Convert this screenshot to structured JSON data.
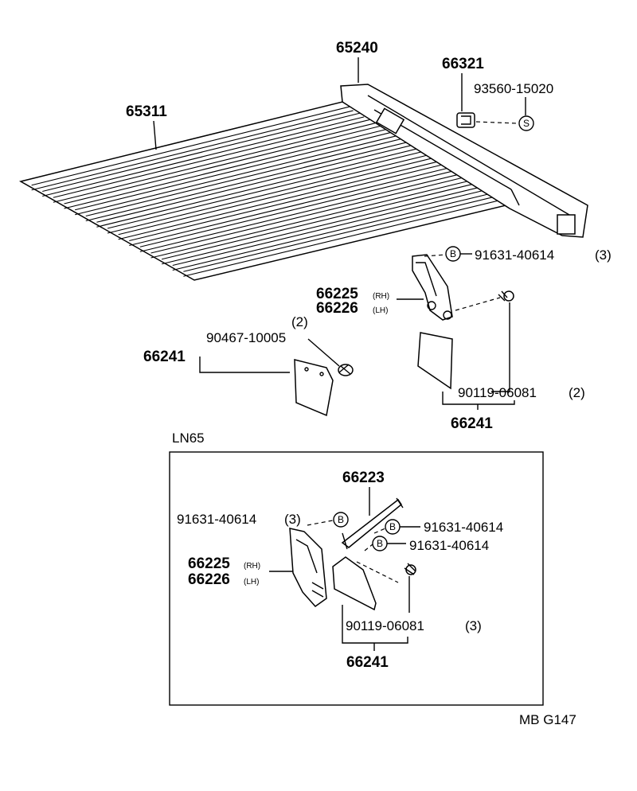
{
  "labels": {
    "p65240": "65240",
    "p66321": "66321",
    "p93560": "93560-15020",
    "p65311": "65311",
    "p91631_top": "91631-40614",
    "p91631_top_qty": "(3)",
    "p66225_top": "66225",
    "p66226_top": "66226",
    "rh": "(RH)",
    "lh": "(LH)",
    "qty2_left": "(2)",
    "p90467": "90467-10005",
    "p66241_left": "66241",
    "p90119_top": "90119-06081",
    "p90119_top_qty": "(2)",
    "p66241_mid": "66241",
    "ln65": "LN65",
    "p66223": "66223",
    "p91631_inset_left": "91631-40614",
    "p91631_inset_left_qty": "(3)",
    "p91631_inset_r1": "91631-40614",
    "p91631_inset_r2": "91631-40614",
    "p66225_inset": "66225",
    "p66226_inset": "66226",
    "p90119_inset": "90119-06081",
    "p90119_inset_qty": "(3)",
    "p66241_inset": "66241",
    "ref": "MB G147"
  },
  "symbols": {
    "s": "S",
    "b": "B"
  }
}
